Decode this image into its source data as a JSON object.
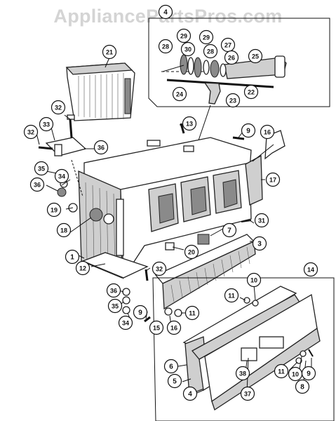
{
  "watermark": "AppliancePartsPros.com",
  "callouts": [
    {
      "id": "c4top",
      "num": "4"
    },
    {
      "id": "c21",
      "num": "21"
    },
    {
      "id": "c28a",
      "num": "28"
    },
    {
      "id": "c29a",
      "num": "29"
    },
    {
      "id": "c29b",
      "num": "29"
    },
    {
      "id": "c30",
      "num": "30"
    },
    {
      "id": "c28b",
      "num": "28"
    },
    {
      "id": "c27",
      "num": "27"
    },
    {
      "id": "c26",
      "num": "26"
    },
    {
      "id": "c25",
      "num": "25"
    },
    {
      "id": "c24",
      "num": "24"
    },
    {
      "id": "c23",
      "num": "23"
    },
    {
      "id": "c22",
      "num": "22"
    },
    {
      "id": "c32a",
      "num": "32"
    },
    {
      "id": "c32b",
      "num": "32"
    },
    {
      "id": "c33",
      "num": "33"
    },
    {
      "id": "c13",
      "num": "13"
    },
    {
      "id": "c9a",
      "num": "9"
    },
    {
      "id": "c16a",
      "num": "16"
    },
    {
      "id": "c36a",
      "num": "36"
    },
    {
      "id": "c35a",
      "num": "35"
    },
    {
      "id": "c34a",
      "num": "34"
    },
    {
      "id": "c36b",
      "num": "36"
    },
    {
      "id": "c19",
      "num": "19"
    },
    {
      "id": "c17",
      "num": "17"
    },
    {
      "id": "c18",
      "num": "18"
    },
    {
      "id": "c31",
      "num": "31"
    },
    {
      "id": "c7",
      "num": "7"
    },
    {
      "id": "c3",
      "num": "3"
    },
    {
      "id": "c1",
      "num": "1"
    },
    {
      "id": "c20",
      "num": "20"
    },
    {
      "id": "c12",
      "num": "12"
    },
    {
      "id": "c32c",
      "num": "32"
    },
    {
      "id": "c14",
      "num": "14"
    },
    {
      "id": "c10a",
      "num": "10"
    },
    {
      "id": "c11a",
      "num": "11"
    },
    {
      "id": "c36c",
      "num": "36"
    },
    {
      "id": "c35b",
      "num": "35"
    },
    {
      "id": "c9b",
      "num": "9"
    },
    {
      "id": "c11b",
      "num": "11"
    },
    {
      "id": "c34b",
      "num": "34"
    },
    {
      "id": "c15",
      "num": "15"
    },
    {
      "id": "c16b",
      "num": "16"
    },
    {
      "id": "c6",
      "num": "6"
    },
    {
      "id": "c5",
      "num": "5"
    },
    {
      "id": "c38",
      "num": "38"
    },
    {
      "id": "c11c",
      "num": "11"
    },
    {
      "id": "c10b",
      "num": "10"
    },
    {
      "id": "c9c",
      "num": "9"
    },
    {
      "id": "c8",
      "num": "8"
    },
    {
      "id": "c4",
      "num": "4"
    },
    {
      "id": "c37",
      "num": "37"
    }
  ]
}
